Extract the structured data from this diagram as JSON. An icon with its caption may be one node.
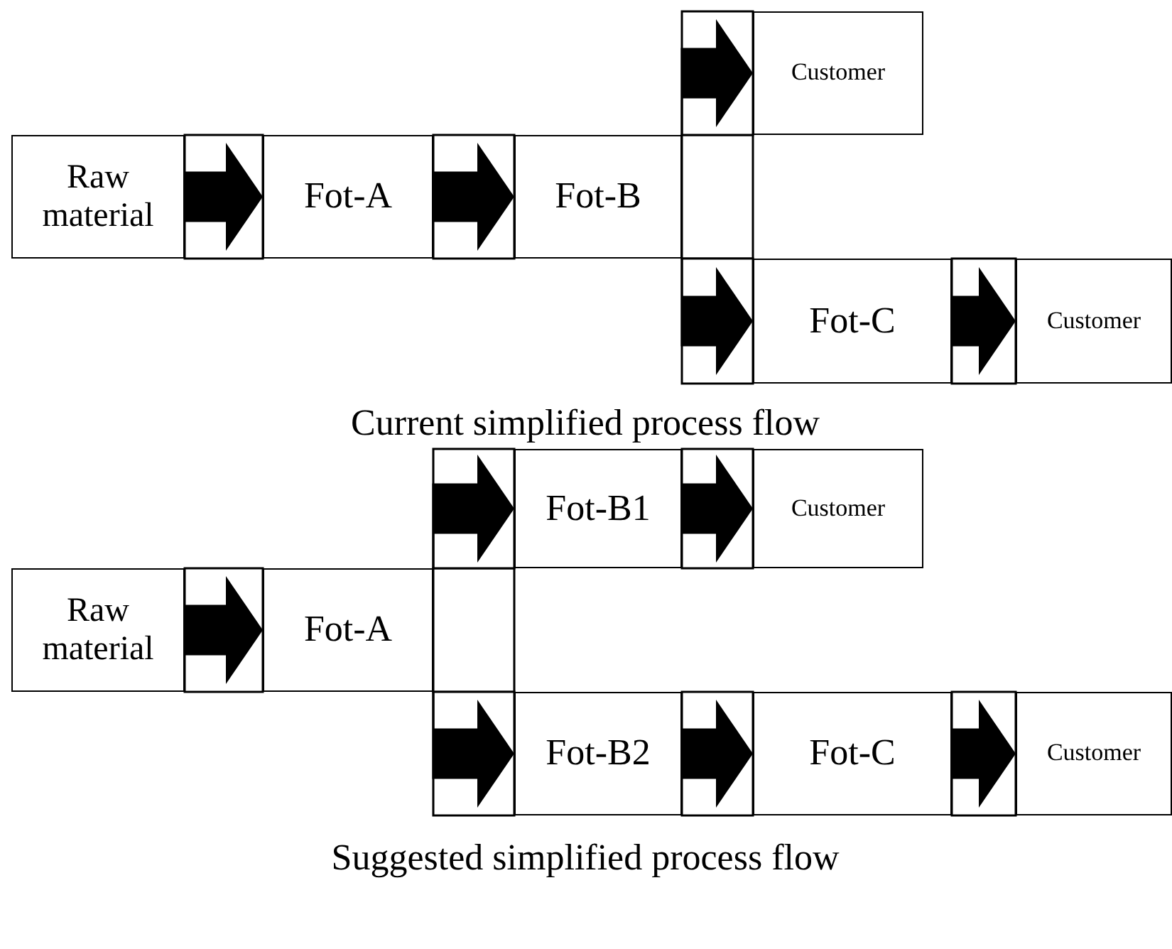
{
  "diagram": {
    "nodes": [
      {
        "text": [
          "Customer"
        ]
      },
      {
        "text": [
          "Raw material"
        ]
      },
      {
        "text": [
          "Fot-A"
        ]
      },
      {
        "text": [
          "Fot-B"
        ]
      },
      {
        "text": [
          "Fot-C"
        ]
      },
      {
        "text": [
          "Customer"
        ]
      },
      {
        "text": [
          "Fot-B1"
        ]
      },
      {
        "text": [
          "Customer"
        ]
      },
      {
        "text": [
          "Raw material"
        ]
      },
      {
        "text": [
          "Fot-A"
        ]
      },
      {
        "text": [
          "Fot-B2"
        ]
      },
      {
        "text": [
          "Fot-C"
        ]
      },
      {
        "text": [
          "Customer"
        ]
      }
    ],
    "edges": [
      {
        "from": 1,
        "to": 2,
        "arrow": "to"
      },
      {
        "from": 2,
        "to": 3,
        "arrow": "to"
      },
      {
        "from": 3,
        "to": 0,
        "arrow": "to"
      },
      {
        "from": 3,
        "to": 4,
        "arrow": "to"
      },
      {
        "from": 4,
        "to": 5,
        "arrow": "to"
      },
      {
        "from": 8,
        "to": 9,
        "arrow": "to"
      },
      {
        "from": 9,
        "to": 6,
        "arrow": "to"
      },
      {
        "from": 9,
        "to": 10,
        "arrow": "to"
      },
      {
        "from": 6,
        "to": 7,
        "arrow": "to"
      },
      {
        "from": 10,
        "to": 11,
        "arrow": "to"
      },
      {
        "from": 11,
        "to": 12,
        "arrow": "to"
      }
    ],
    "labels": [
      "Current simplified process flow",
      "Suggested simplified process flow"
    ]
  }
}
